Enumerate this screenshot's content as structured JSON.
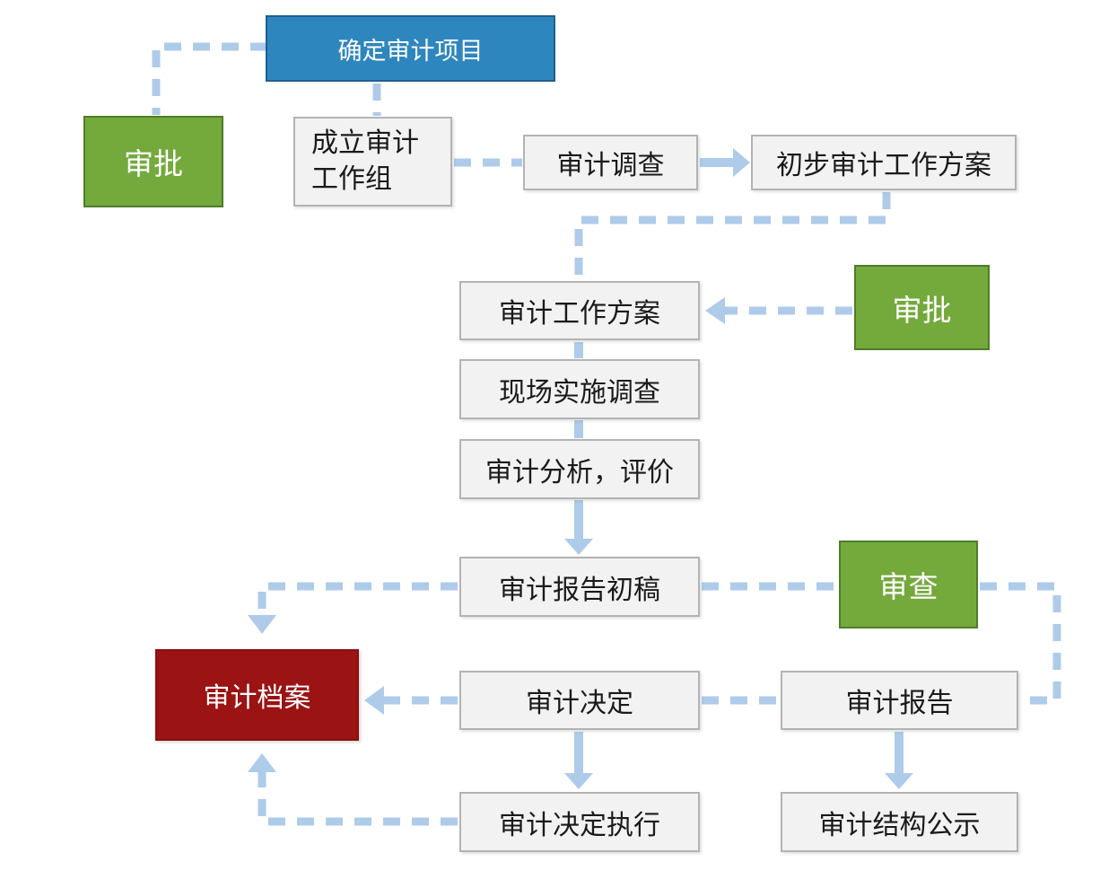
{
  "diagram": {
    "type": "flowchart",
    "language": "zh-CN",
    "nodes": {
      "determineAuditProject": {
        "label": "确定审计项目",
        "style": "blue"
      },
      "approvalLeft": {
        "label": "审批",
        "style": "green"
      },
      "establishAuditGroup": {
        "label": "成立审计工作组",
        "style": "gray"
      },
      "auditInvestigation": {
        "label": "审计调查",
        "style": "gray"
      },
      "preliminaryAuditPlan": {
        "label": "初步审计工作方案",
        "style": "gray"
      },
      "approvalRight": {
        "label": "审批",
        "style": "green"
      },
      "auditWorkPlan": {
        "label": "审计工作方案",
        "style": "gray"
      },
      "onsiteInvestigation": {
        "label": "现场实施调查",
        "style": "gray"
      },
      "auditAnalysisEvaluation": {
        "label": "审计分析，评价",
        "style": "gray"
      },
      "auditReportDraft": {
        "label": "审计报告初稿",
        "style": "gray"
      },
      "review": {
        "label": "审查",
        "style": "green"
      },
      "auditArchives": {
        "label": "审计档案",
        "style": "red"
      },
      "auditDecision": {
        "label": "审计决定",
        "style": "gray"
      },
      "auditReport": {
        "label": "审计报告",
        "style": "gray"
      },
      "auditDecisionExecution": {
        "label": "审计决定执行",
        "style": "gray"
      },
      "auditStructurePublicity": {
        "label": "审计结构公示",
        "style": "gray"
      }
    },
    "edges": [
      {
        "from": "determineAuditProject",
        "to": "approvalLeft",
        "line": "dashed",
        "arrow": false
      },
      {
        "from": "determineAuditProject",
        "to": "establishAuditGroup",
        "line": "dashed",
        "arrow": false
      },
      {
        "from": "establishAuditGroup",
        "to": "auditInvestigation",
        "line": "dashed",
        "arrow": false
      },
      {
        "from": "auditInvestigation",
        "to": "preliminaryAuditPlan",
        "line": "solid",
        "arrow": true
      },
      {
        "from": "preliminaryAuditPlan",
        "to": "auditWorkPlan",
        "line": "dashed",
        "arrow": false
      },
      {
        "from": "approvalRight",
        "to": "auditWorkPlan",
        "line": "dashed",
        "arrow": true
      },
      {
        "from": "auditWorkPlan",
        "to": "onsiteInvestigation",
        "line": "solid",
        "arrow": false
      },
      {
        "from": "onsiteInvestigation",
        "to": "auditAnalysisEvaluation",
        "line": "solid",
        "arrow": false
      },
      {
        "from": "auditAnalysisEvaluation",
        "to": "auditReportDraft",
        "line": "solid",
        "arrow": true
      },
      {
        "from": "auditReportDraft",
        "to": "review",
        "line": "dashed",
        "arrow": false
      },
      {
        "from": "auditReportDraft",
        "to": "auditArchives",
        "line": "dashed",
        "arrow": true
      },
      {
        "from": "review",
        "to": "auditReport",
        "line": "dashed",
        "arrow": false
      },
      {
        "from": "auditDecision",
        "to": "auditArchives",
        "line": "dashed",
        "arrow": true
      },
      {
        "from": "auditDecision",
        "to": "auditReport",
        "line": "dashed",
        "arrow": false
      },
      {
        "from": "auditDecision",
        "to": "auditDecisionExecution",
        "line": "solid",
        "arrow": true
      },
      {
        "from": "auditReport",
        "to": "auditStructurePublicity",
        "line": "solid",
        "arrow": true
      },
      {
        "from": "auditDecisionExecution",
        "to": "auditArchives",
        "line": "dashed",
        "arrow": true
      }
    ],
    "colors": {
      "blue_node_fill": "#2e86be",
      "blue_node_border": "#1f5f8f",
      "green_node_fill": "#74a93c",
      "green_node_border": "#4e7d28",
      "red_node_fill": "#9b1313",
      "gray_node_fill": "#f2f2f2",
      "gray_node_border": "#b3b3b3",
      "connector": "#aecbea",
      "background": "#ffffff"
    }
  }
}
